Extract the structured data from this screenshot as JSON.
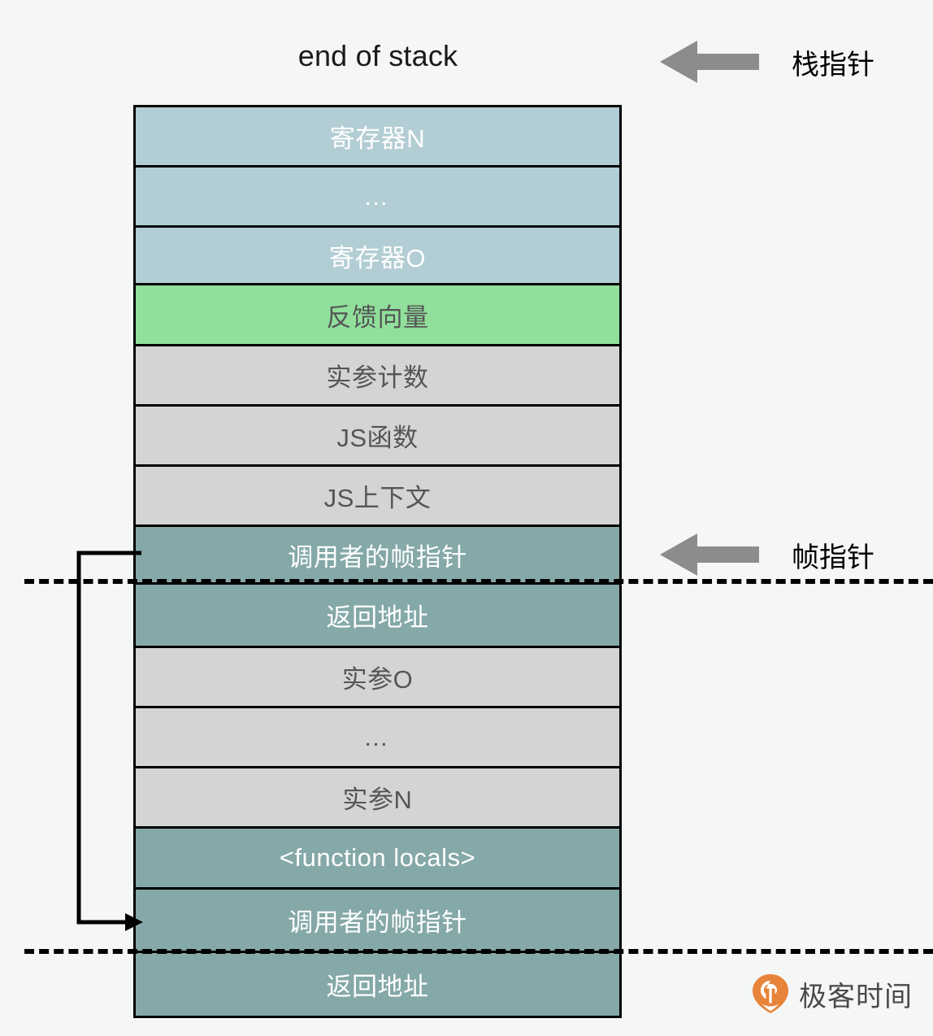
{
  "diagram": {
    "title": "end of stack",
    "background_color": "#f5f7f7",
    "colors": {
      "register_row": "#b2cdd4",
      "feedback_row": "#90e09b",
      "plain_row": "#d4d4d4",
      "frame_row": "#85a8a8",
      "border": "#000000",
      "arrow": "#8c8c8c",
      "brand_orange": "#e8833a"
    }
  },
  "stack": {
    "rows": [
      {
        "label": "寄存器N",
        "color": "#b2cdd4",
        "style": "register"
      },
      {
        "label": "…",
        "color": "#b2cdd4",
        "style": "register"
      },
      {
        "label": "寄存器O",
        "color": "#b2cdd4",
        "style": "register"
      },
      {
        "label": "反馈向量",
        "color": "#90e09b",
        "style": "feedback"
      },
      {
        "label": "实参计数",
        "color": "#d4d4d4",
        "style": "plain"
      },
      {
        "label": "JS函数",
        "color": "#d4d4d4",
        "style": "plain"
      },
      {
        "label": "JS上下文",
        "color": "#d4d4d4",
        "style": "plain"
      },
      {
        "label": "调用者的帧指针",
        "color": "#85a8a8",
        "style": "frame"
      },
      {
        "label": "返回地址",
        "color": "#85a8a8",
        "style": "frame"
      },
      {
        "label": "实参O",
        "color": "#d4d4d4",
        "style": "plain"
      },
      {
        "label": "…",
        "color": "#d4d4d4",
        "style": "plain"
      },
      {
        "label": "实参N",
        "color": "#d4d4d4",
        "style": "plain"
      },
      {
        "label": "<function locals>",
        "color": "#85a8a8",
        "style": "frame"
      },
      {
        "label": "调用者的帧指针",
        "color": "#85a8a8",
        "style": "frame"
      },
      {
        "label": "返回地址",
        "color": "#85a8a8",
        "style": "frame"
      }
    ]
  },
  "pointers": [
    {
      "id": "stack-pointer",
      "label": "栈指针",
      "icon": "arrow-left-icon"
    },
    {
      "id": "frame-pointer",
      "label": "帧指针",
      "icon": "arrow-left-icon"
    }
  ],
  "connector": {
    "description": "caller frame pointer link",
    "icon": "arrow-right-icon"
  },
  "brand": {
    "name": "极客时间",
    "icon": "geektime-logo-icon"
  }
}
